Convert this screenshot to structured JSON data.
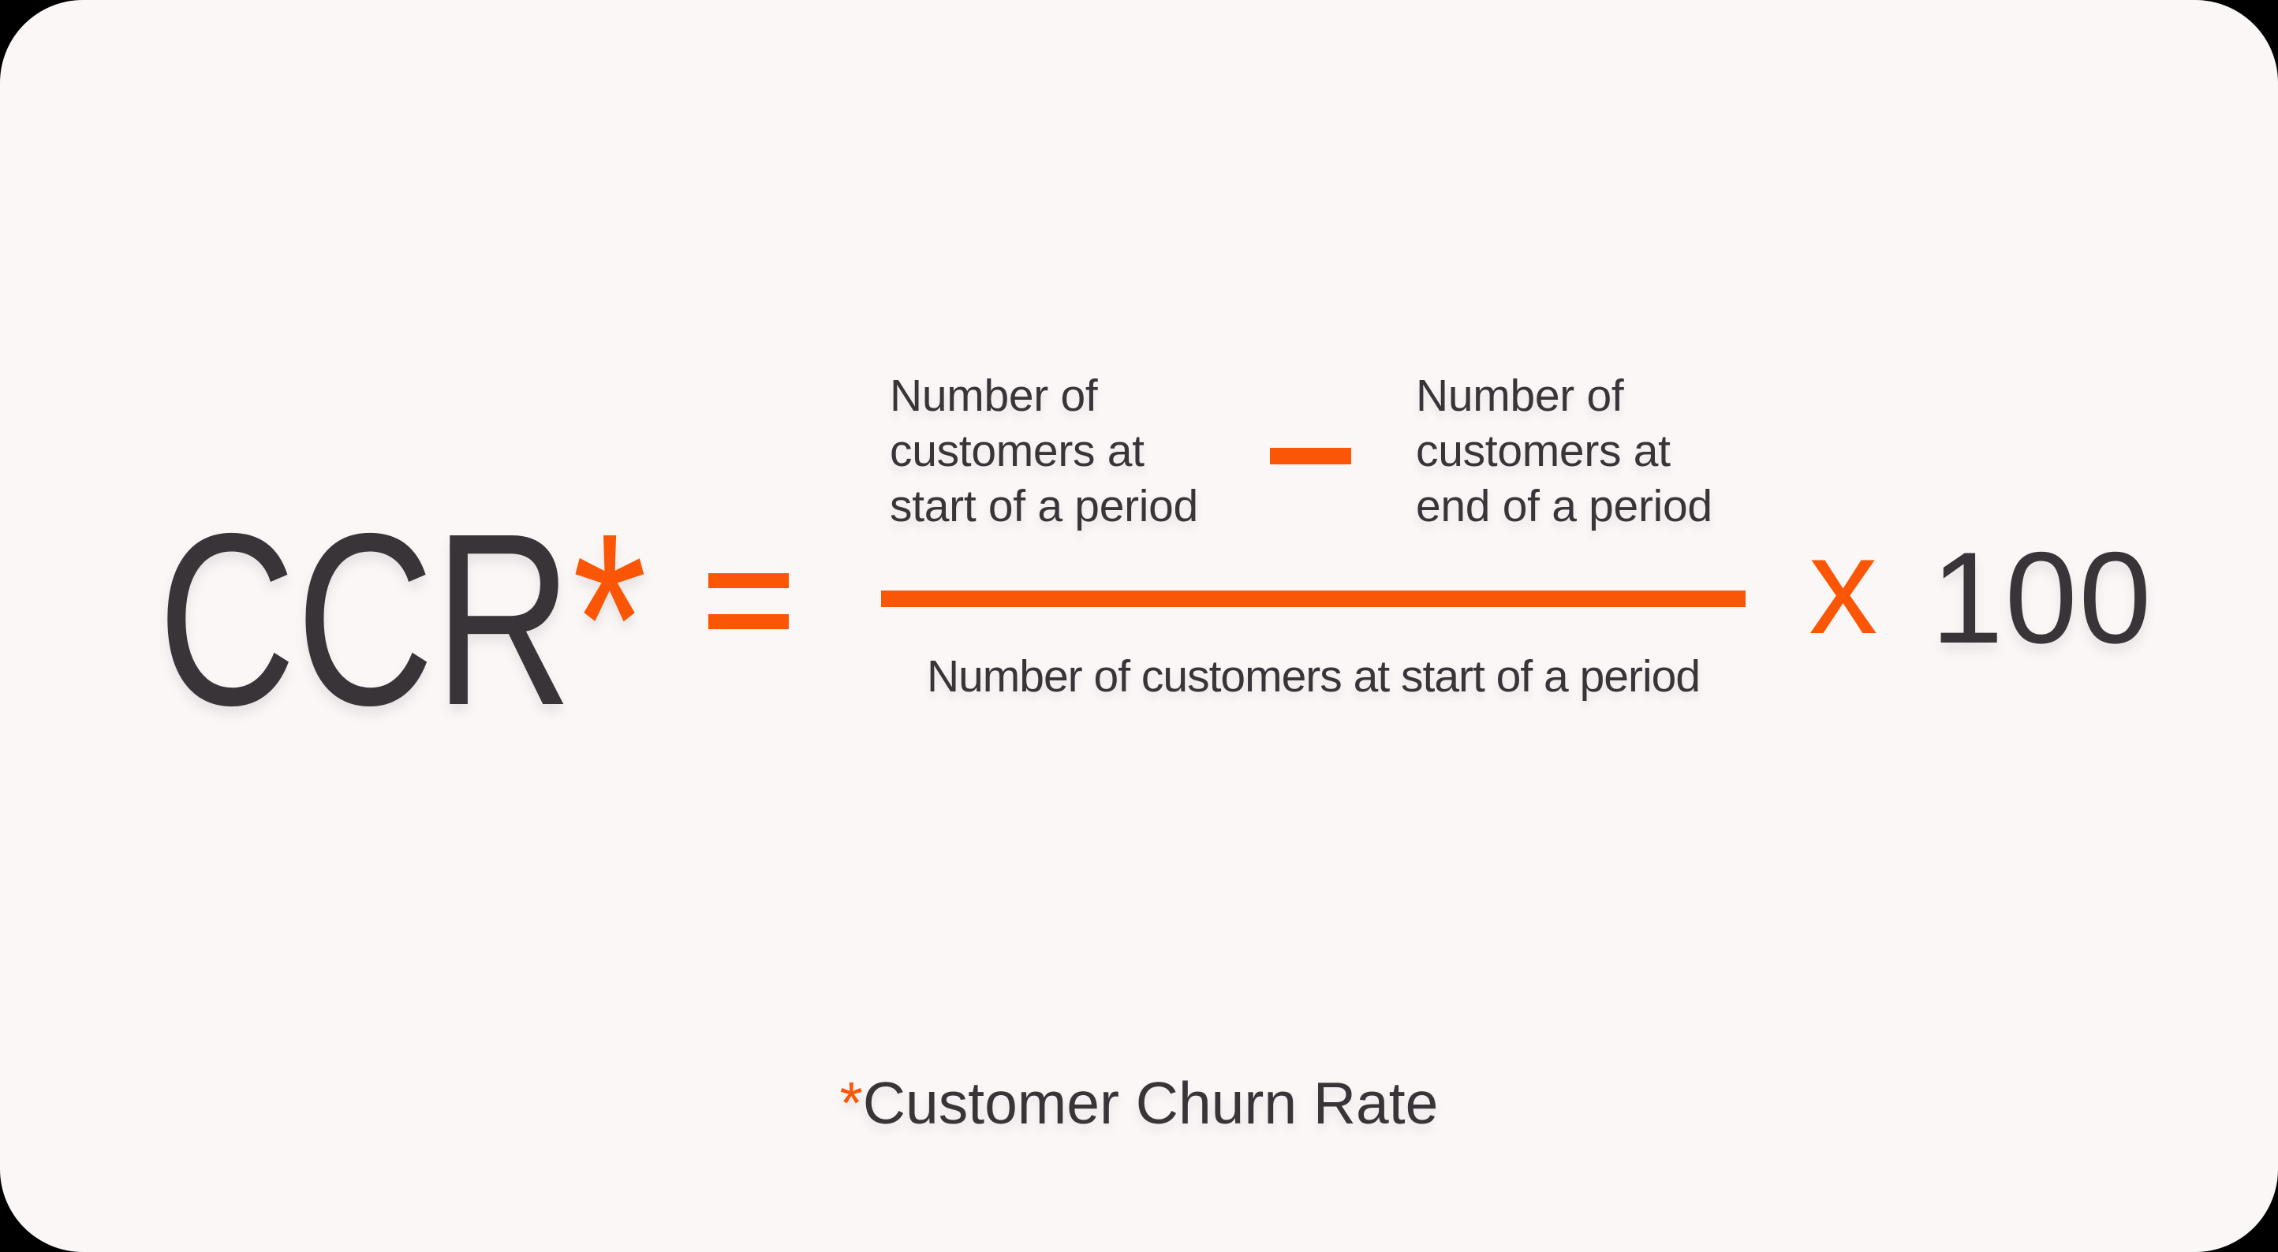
{
  "colors": {
    "page_background": "#000000",
    "card_background": "#FBF7F7",
    "accent": "#FB5605",
    "text": "#393438"
  },
  "formula": {
    "term": "CCR",
    "term_asterisk": "*",
    "equals": "=",
    "numerator": {
      "minuend_lines": [
        "Number of",
        "customers at",
        "start of a period"
      ],
      "operator": "-",
      "subtrahend_lines": [
        "Number of",
        "customers at",
        "end of a period"
      ]
    },
    "denominator": "Number of customers at start of a period",
    "multiply_sign": "x",
    "multiplier": "100"
  },
  "footnote": {
    "asterisk": "*",
    "label": "Customer Churn Rate"
  }
}
